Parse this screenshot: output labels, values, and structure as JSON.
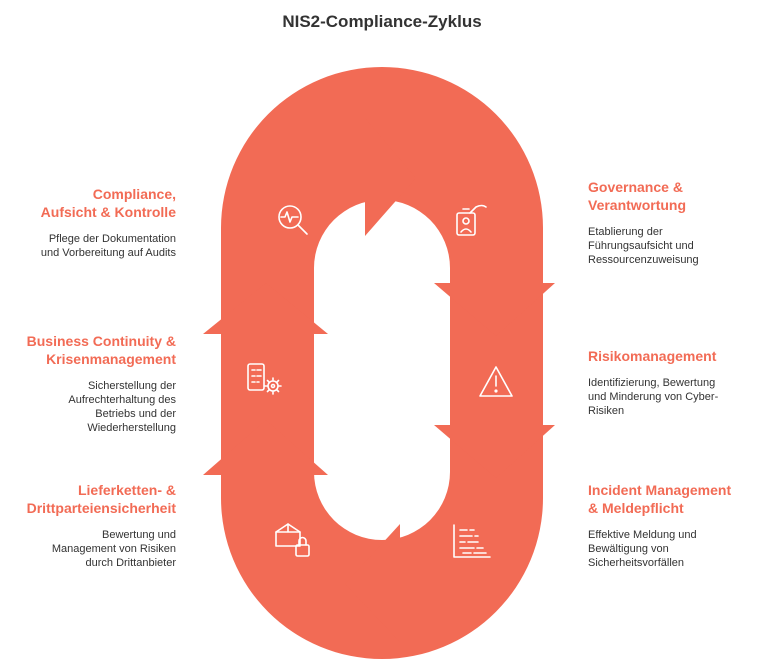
{
  "title": "NIS2-Compliance-Zyklus",
  "colors": {
    "accent": "#f26b55",
    "text": "#333333"
  },
  "steps": [
    {
      "heading_lines": [
        "Governance &",
        "Verantwortung"
      ],
      "desc_lines": [
        "Etablierung der",
        "Führungsaufsicht und",
        "Ressourcenzuweisung"
      ],
      "icon": "id-badge-icon"
    },
    {
      "heading_lines": [
        "Risikomanagement"
      ],
      "desc_lines": [
        "Identifizierung, Bewertung",
        "und Minderung von Cyber-",
        "Risiken"
      ],
      "icon": "warning-icon"
    },
    {
      "heading_lines": [
        "Incident Management",
        "& Meldepflicht"
      ],
      "desc_lines": [
        "Effektive Meldung und",
        "Bewältigung von",
        "Sicherheitsvorfällen"
      ],
      "icon": "incident-chart-icon"
    },
    {
      "heading_lines": [
        "Lieferketten- &",
        "Drittparteiensicherheit"
      ],
      "desc_lines": [
        "Bewertung und",
        "Management von Risiken",
        "durch Drittanbieter"
      ],
      "icon": "package-lock-icon"
    },
    {
      "heading_lines": [
        "Business Continuity &",
        "Krisenmanagement"
      ],
      "desc_lines": [
        "Sicherstellung der",
        "Aufrechterhaltung des",
        "Betriebs und der",
        "Wiederherstellung"
      ],
      "icon": "checklist-gear-icon"
    },
    {
      "heading_lines": [
        "Compliance,",
        "Aufsicht & Kontrolle"
      ],
      "desc_lines": [
        "Pflege der Dokumentation",
        "und Vorbereitung auf Audits"
      ],
      "icon": "magnifier-pulse-icon"
    }
  ]
}
